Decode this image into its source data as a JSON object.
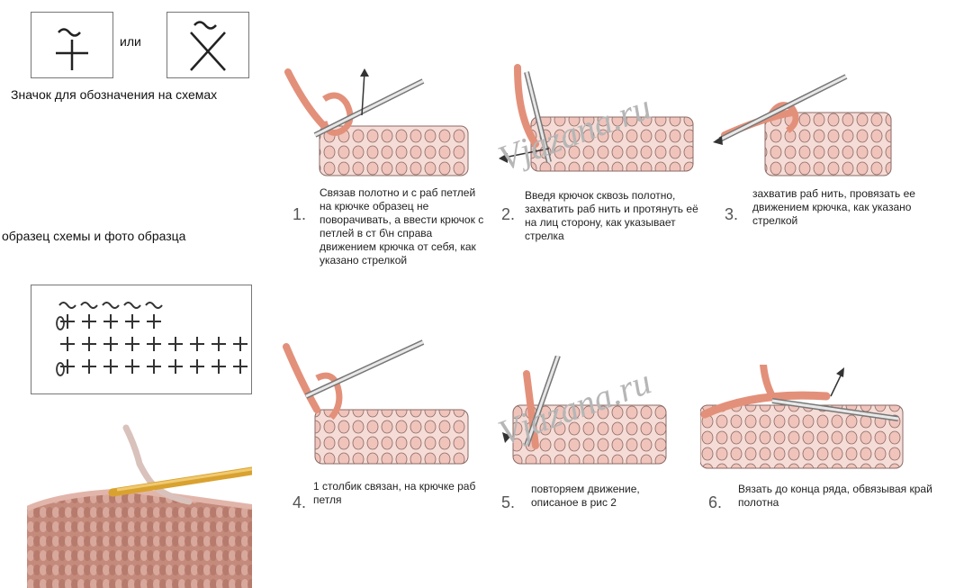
{
  "legend": {
    "or_label": "или",
    "caption": "Значок для обозначения на схемах"
  },
  "scheme_title": "образец схемы и фото образца",
  "watermark": "Vjazana.ru",
  "steps": [
    {
      "number": "1.",
      "text": "Связав полотно и с раб петлей на крючке образец не поворачивать, а ввести крючок с петлей в ст б\\н справа движением крючка от себя, как указано стрелкой"
    },
    {
      "number": "2.",
      "text": "Введя крючок сквозь полотно, захватить раб нить и протянуть её на лиц сторону, как указывает стрелка"
    },
    {
      "number": "3.",
      "text": "захватив раб нить, провязать ее движением крючка, как указано стрелкой"
    },
    {
      "number": "4.",
      "text": "1 столбик связан, на крючке раб петля"
    },
    {
      "number": "5.",
      "text": "повторяем движение, описаное в рис 2"
    },
    {
      "number": "6.",
      "text": "Вязать до конца ряда, обвязывая край полотна"
    }
  ],
  "colors": {
    "yarn": "#e3907a",
    "fabric": "#f2cfc8",
    "hook": "#d8d8d8",
    "photo_yarn": "#c98c7f",
    "photo_hook": "#d9a230"
  }
}
